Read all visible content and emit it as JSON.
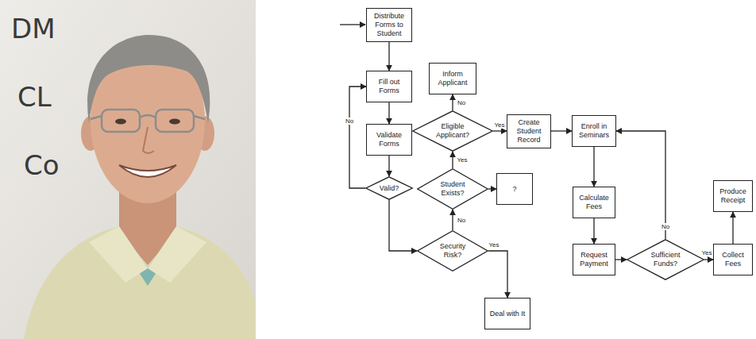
{
  "diagram": {
    "nodes": [
      {
        "text": [
          "Distribute Forms to Student"
        ]
      },
      {
        "text": [
          "Fill out Forms"
        ]
      },
      {
        "text": [
          "Validate Forms"
        ]
      },
      {
        "text": [
          "Valid?"
        ]
      },
      {
        "text": [
          "Inform Applicant"
        ]
      },
      {
        "text": [
          "Eligible Applicant?"
        ]
      },
      {
        "text": [
          "Create Student Record"
        ]
      },
      {
        "text": [
          "Enroll in Seminars"
        ]
      },
      {
        "text": [
          "Student Exists?"
        ]
      },
      {
        "text": [
          "?"
        ]
      },
      {
        "text": [
          "Security Risk?"
        ]
      },
      {
        "text": [
          "Deal with It"
        ]
      },
      {
        "text": [
          "Calculate Fees"
        ]
      },
      {
        "text": [
          "Request Payment"
        ]
      },
      {
        "text": [
          "Sufficient Funds?"
        ]
      },
      {
        "text": [
          "Produce Receipt"
        ]
      },
      {
        "text": [
          "Collect Fees"
        ]
      }
    ],
    "edges": [
      {
        "from": 0,
        "to": 1,
        "arrow": "to"
      },
      {
        "from": 1,
        "to": 2,
        "arrow": "to"
      },
      {
        "from": 2,
        "to": 3,
        "arrow": "to"
      },
      {
        "from": 3,
        "to": 1,
        "label": "No",
        "arrow": "to"
      },
      {
        "from": 3,
        "to": 10,
        "arrow": "to"
      },
      {
        "from": 10,
        "to": 11,
        "label": "Yes",
        "arrow": "to"
      },
      {
        "from": 10,
        "to": 8,
        "label": "No",
        "arrow": "to"
      },
      {
        "from": 8,
        "to": 9,
        "arrow": "to"
      },
      {
        "from": 8,
        "to": 5,
        "label": "Yes",
        "arrow": "to"
      },
      {
        "from": 5,
        "to": 4,
        "label": "No",
        "arrow": "to"
      },
      {
        "from": 5,
        "to": 6,
        "label": "Yes",
        "arrow": "to"
      },
      {
        "from": 6,
        "to": 7,
        "arrow": "to"
      },
      {
        "from": 7,
        "to": 12,
        "arrow": "to"
      },
      {
        "from": 12,
        "to": 13,
        "arrow": "to"
      },
      {
        "from": 13,
        "to": 14,
        "arrow": "to"
      },
      {
        "from": 14,
        "to": 16,
        "label": "Yes",
        "arrow": "to"
      },
      {
        "from": 14,
        "to": 7,
        "label": "No",
        "arrow": "to"
      },
      {
        "from": 16,
        "to": 15,
        "arrow": "to"
      }
    ],
    "labels": [
      "DM",
      "CL",
      "Co"
    ]
  }
}
